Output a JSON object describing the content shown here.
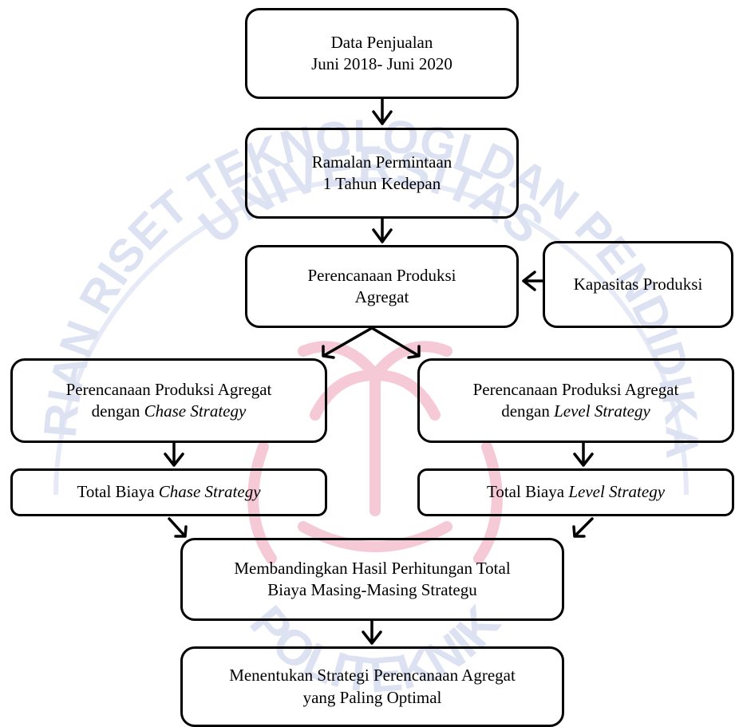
{
  "diagram": {
    "nodes": {
      "data_penjualan": {
        "line1": "Data Penjualan",
        "line2": "Juni 2018- Juni 2020"
      },
      "ramalan": {
        "line1": "Ramalan Permintaan",
        "line2": "1 Tahun Kedepan"
      },
      "perencanaan": {
        "line1": "Perencanaan Produksi",
        "line2": "Agregat"
      },
      "kapasitas": {
        "line1": "Kapasitas Produksi"
      },
      "chase_plan": {
        "line1": "Perencanaan Produksi Agregat",
        "line2_prefix": "dengan ",
        "line2_italic": "Chase Strategy"
      },
      "level_plan": {
        "line1": "Perencanaan Produksi Agregat",
        "line2_prefix": "dengan ",
        "line2_italic": "Level Strategy"
      },
      "chase_total": {
        "prefix": "Total Biaya ",
        "italic": "Chase Strategy"
      },
      "level_total": {
        "prefix": "Total Biaya ",
        "italic": "Level Strategy"
      },
      "membandingkan": {
        "line1": "Membandingkan Hasil Perhitungan Total",
        "line2": "Biaya Masing-Masing Strategu"
      },
      "menentukan": {
        "line1": "Menentukan Strategi Perencanaan Agregat",
        "line2": "yang Paling Optimal"
      }
    },
    "edges": [
      {
        "from": "data_penjualan",
        "to": "ramalan"
      },
      {
        "from": "ramalan",
        "to": "perencanaan"
      },
      {
        "from": "kapasitas",
        "to": "perencanaan"
      },
      {
        "from": "perencanaan",
        "to": "chase_plan"
      },
      {
        "from": "perencanaan",
        "to": "level_plan"
      },
      {
        "from": "chase_plan",
        "to": "chase_total"
      },
      {
        "from": "level_plan",
        "to": "level_total"
      },
      {
        "from": "chase_total",
        "to": "membandingkan"
      },
      {
        "from": "level_total",
        "to": "membandingkan"
      },
      {
        "from": "membandingkan",
        "to": "menentukan"
      }
    ]
  },
  "watermark": {
    "upper_text": "KEMENTERIAN RISET TEKNOLOGI DAN PENDIDIKAN TINGGI",
    "inner_text": "UNIVERSITAS",
    "lower_text": "POLITEKNIK",
    "color_text": "#dde2f2",
    "color_emblem": "#f6c9d6"
  }
}
